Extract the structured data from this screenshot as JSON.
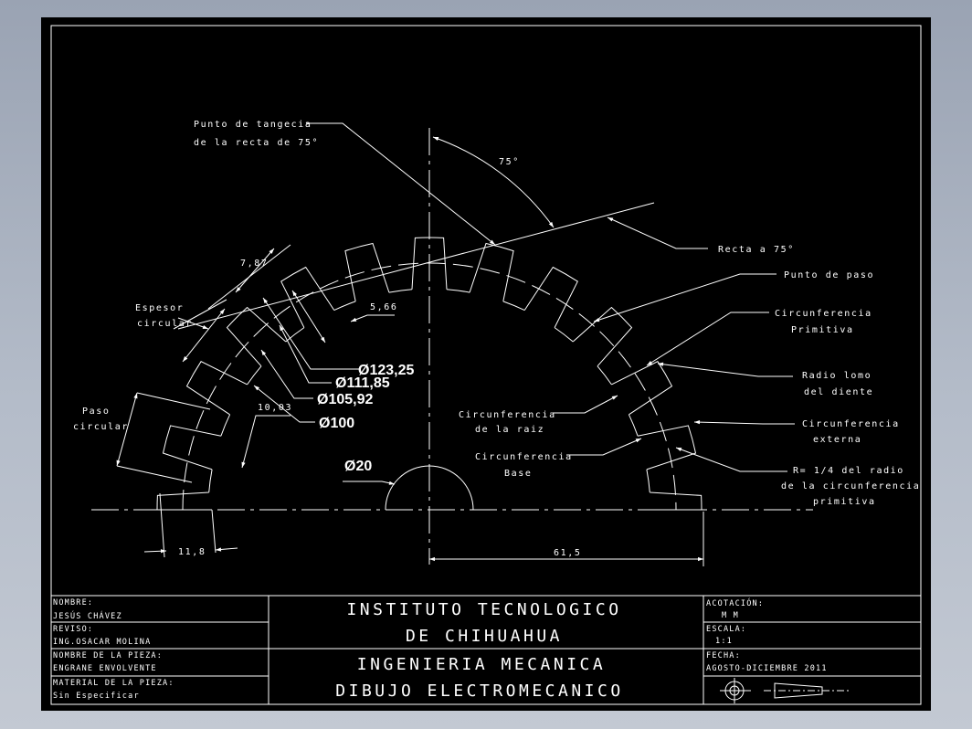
{
  "callouts": {
    "tangency_point": [
      "Punto de tangecia",
      "de la recta de 75°"
    ],
    "angle": "75°",
    "line_75": "Recta a 75°",
    "pitch_point": "Punto de paso",
    "pitch_circle": [
      "Circunferencia",
      "Primitiva"
    ],
    "tooth_back_radius": [
      "Radio lomo",
      "del diente"
    ],
    "outer_circle": [
      "Circunferencia",
      "externa"
    ],
    "fillet_radius": [
      "R= 1/4 del radio",
      "de la circunferencia",
      "primitiva"
    ],
    "root_circle": [
      "Circunferencia",
      "de la raiz"
    ],
    "base_circle": [
      "Circunferencia",
      "Base"
    ],
    "circular_thickness": [
      "Espesor",
      "circular"
    ],
    "circular_pitch": [
      "Paso",
      "circular"
    ]
  },
  "dimensions": {
    "d_outer": "Ø123,25",
    "d_pitch": "Ø111,85",
    "d_base": "Ø105,92",
    "d_root": "Ø100",
    "d_bore": "Ø20",
    "tooth_pitch": "7,87",
    "tooth_thickness": "5,66",
    "tooth_depth": "10,03",
    "tooth_width": "11,8",
    "radius_to_tip": "61,5"
  },
  "title_block": {
    "nombre_label": "NOMBRE:",
    "nombre_value": "JESÚS CHÁVEZ",
    "reviso_label": "REVISO:",
    "reviso_value": "ING.OSACAR MOLINA",
    "pieza_label": "NOMBRE DE LA PIEZA:",
    "pieza_value": "ENGRANE ENVOLVENTE",
    "material_label": "MATERIAL DE LA PIEZA:",
    "material_value": "Sin Especificar",
    "institute_line1": "INSTITUTO TECNOLOGICO",
    "institute_line2": "DE CHIHUAHUA",
    "dept_line1": "INGENIERIA   MECANICA",
    "dept_line2": "DIBUJO ELECTROMECANICO",
    "acotacion_label": "ACOTACIÓN:",
    "acotacion_value": "M M",
    "escala_label": "ESCALA:",
    "escala_value": "1:1",
    "fecha_label": "FECHA:",
    "fecha_value": "AGOSTO-DICIEMBRE 2011"
  },
  "colors": {
    "background": "#000000",
    "lines": "#ffffff",
    "page": "#a9b1bf"
  }
}
